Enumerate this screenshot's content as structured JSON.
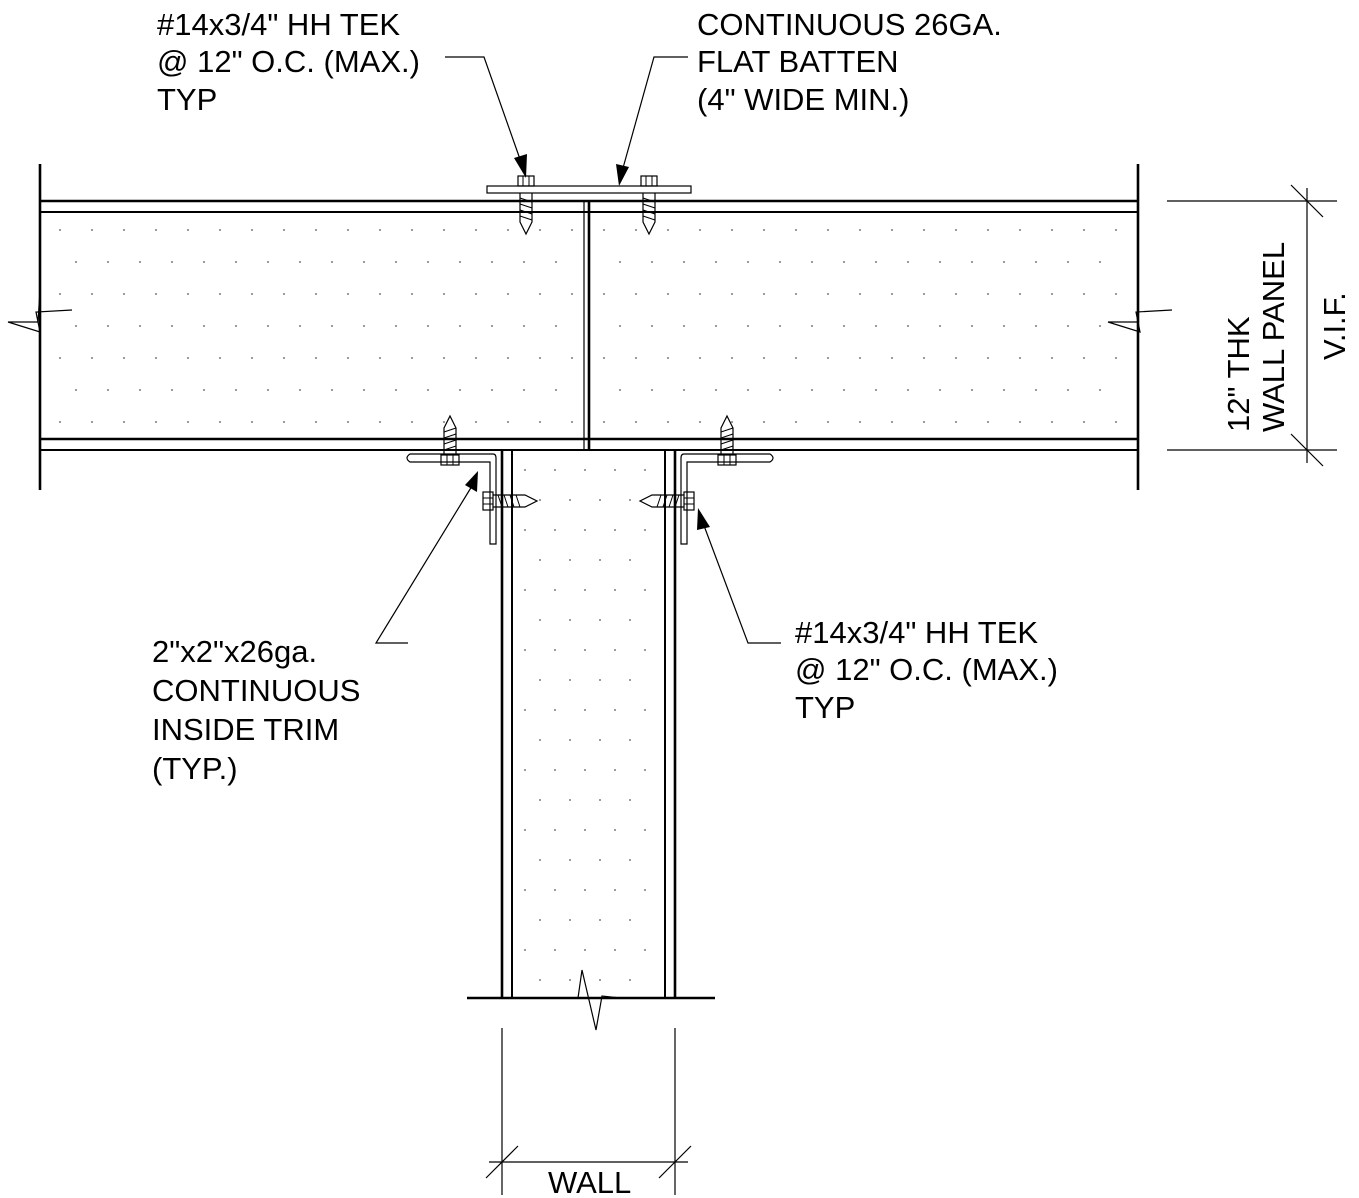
{
  "callouts": {
    "top_screw": [
      "#14x3/4\" HH TEK",
      "@ 12\" O.C. (MAX.)",
      "TYP"
    ],
    "batten": [
      "CONTINUOUS 26GA.",
      "FLAT BATTEN",
      "(4\" WIDE MIN.)"
    ],
    "inside_trim": [
      "2\"x2\"x26ga.",
      "CONTINUOUS",
      "INSIDE TRIM",
      "(TYP.)"
    ],
    "side_screw": [
      "#14x3/4\" HH TEK",
      "@ 12\" O.C. (MAX.)",
      "TYP"
    ]
  },
  "dimensions": {
    "panel_thickness": [
      "12\" THK",
      "WALL PANEL"
    ],
    "vif": "V.I.F.",
    "wall": "WALL"
  }
}
